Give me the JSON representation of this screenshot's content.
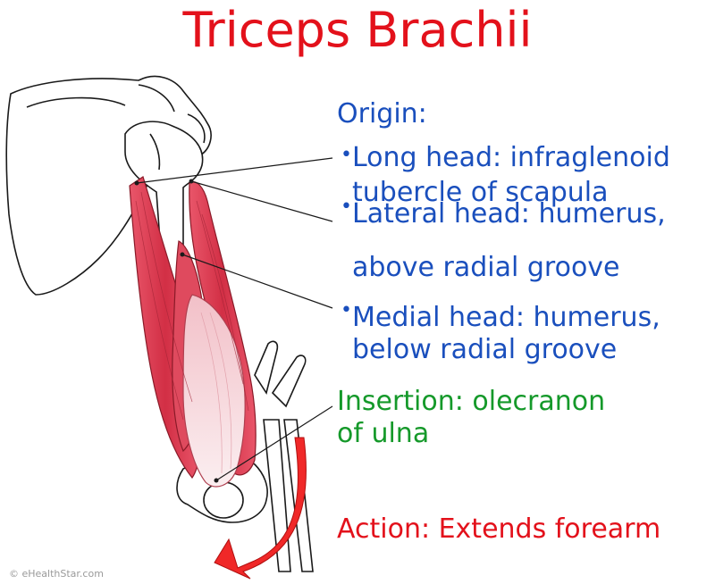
{
  "title": "Triceps Brachii",
  "origin": {
    "heading": "Origin:",
    "items": [
      {
        "line1": "Long head: infraglenoid",
        "line2": "tubercle of scapula"
      },
      {
        "line1": "Lateral head: humerus,",
        "line2": "above radial groove"
      },
      {
        "line1": "Medial head: humerus,",
        "line2": "below radial groove"
      }
    ]
  },
  "insertion": {
    "line1": "Insertion: olecranon",
    "line2": "of ulna"
  },
  "action": "Action: Extends forearm",
  "credit": "© eHealthStar.com",
  "colors": {
    "title": "#e3111b",
    "origin_text": "#1a4fbd",
    "insertion_text": "#15992a",
    "action_text": "#e3111b",
    "muscle": "#d83848",
    "tendon": "#f6d9de",
    "arrow": "#f02828"
  }
}
